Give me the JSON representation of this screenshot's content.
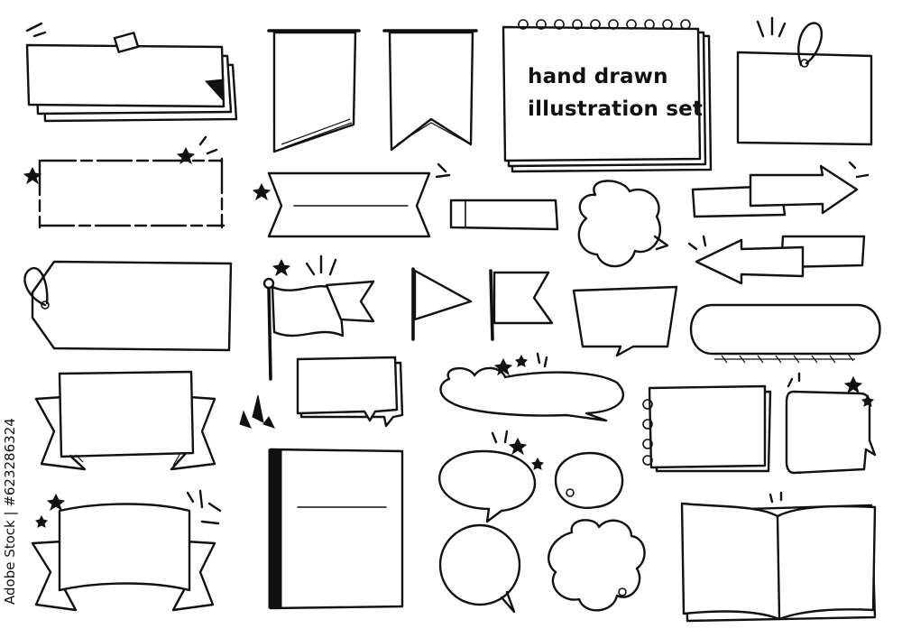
{
  "title": {
    "line1": "hand drawn",
    "line2": "illustration set"
  },
  "watermark": {
    "stock_id": "Adobe Stock | #623286324"
  },
  "colors": {
    "ink": "#111111",
    "background": "#ffffff"
  }
}
